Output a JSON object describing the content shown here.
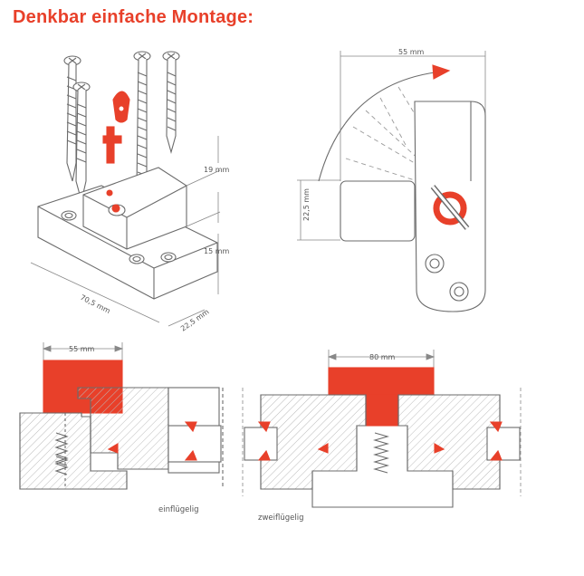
{
  "title": "Denkbar einfache Montage:",
  "colors": {
    "accent": "#e8402a",
    "line": "#6b6b6b",
    "fill": "#ffffff"
  },
  "iso": {
    "dim_width": "70,5 mm",
    "dim_depth": "22,5 mm",
    "dim_height_top": "19 mm",
    "dim_height_base": "15 mm"
  },
  "side": {
    "dim_top": "55 mm",
    "dim_left": "22,5 mm"
  },
  "section_left": {
    "dim": "55 mm",
    "caption": "einflügelig"
  },
  "section_right": {
    "dim": "80 mm",
    "caption": "zweiflügelig"
  }
}
